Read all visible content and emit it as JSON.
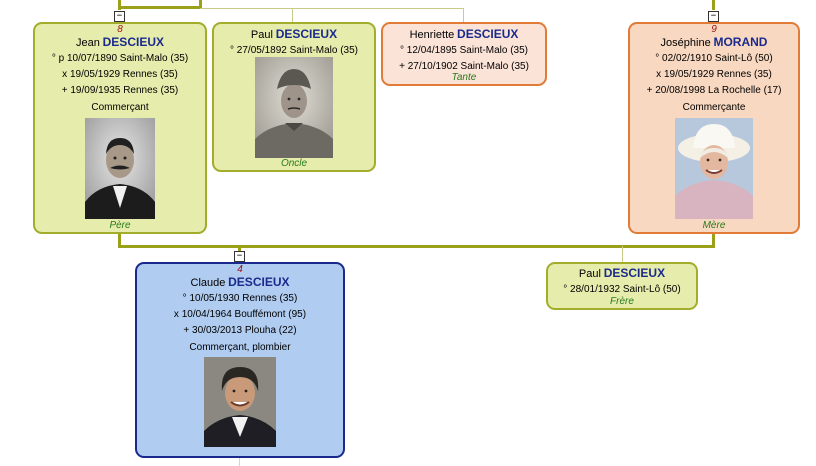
{
  "colors": {
    "male_border": "#a3ad2c",
    "male_fill": "#e5ecac",
    "female_border": "#e07b38",
    "female_fill": "#f8d8c0",
    "selected_border": "#1a2a8c",
    "selected_fill": "#b0ccf0",
    "link": "#9aa01a",
    "surname": "#1a2a8c",
    "relation": "#2a7a1a",
    "sosa": "#9a1010"
  },
  "toggles": {
    "collapse_symbol": "−"
  },
  "cards": {
    "jean": {
      "sosa": "8",
      "given": "Jean",
      "surname": "DESCIEUX",
      "birth": "° p 10/07/1890 Saint-Malo (35)",
      "marriage": "x 19/05/1929 Rennes (35)",
      "death": "+ 19/09/1935 Rennes (35)",
      "occupation": "Commerçant",
      "relation": "Père",
      "photo": "portrait-photo"
    },
    "paul_uncle": {
      "given": "Paul",
      "surname": "DESCIEUX",
      "birth": "° 27/05/1892 Saint-Malo (35)",
      "relation": "Oncle",
      "photo": "portrait-photo"
    },
    "henriette": {
      "given": "Henriette",
      "surname": "DESCIEUX",
      "birth": "° 12/04/1895 Saint-Malo (35)",
      "death": "+ 27/10/1902 Saint-Malo (35)",
      "relation": "Tante"
    },
    "josephine": {
      "sosa": "9",
      "given": "Joséphine",
      "surname": "MORAND",
      "birth": "° 02/02/1910 Saint-Lô (50)",
      "marriage": "x 19/05/1929 Rennes (35)",
      "death": "+ 20/08/1998 La Rochelle (17)",
      "occupation": "Commerçante",
      "relation": "Mère",
      "photo": "portrait-photo"
    },
    "claude": {
      "sosa": "4",
      "given": "Claude",
      "surname": "DESCIEUX",
      "birth": "° 10/05/1930 Rennes (35)",
      "marriage": "x 10/04/1964 Bouffémont (95)",
      "death": "+ 30/03/2013 Plouha (22)",
      "occupation": "Commerçant, plombier",
      "photo": "portrait-photo"
    },
    "paul_brother": {
      "given": "Paul",
      "surname": "DESCIEUX",
      "birth": "° 28/01/1932 Saint-Lô (50)",
      "relation": "Frère"
    }
  }
}
